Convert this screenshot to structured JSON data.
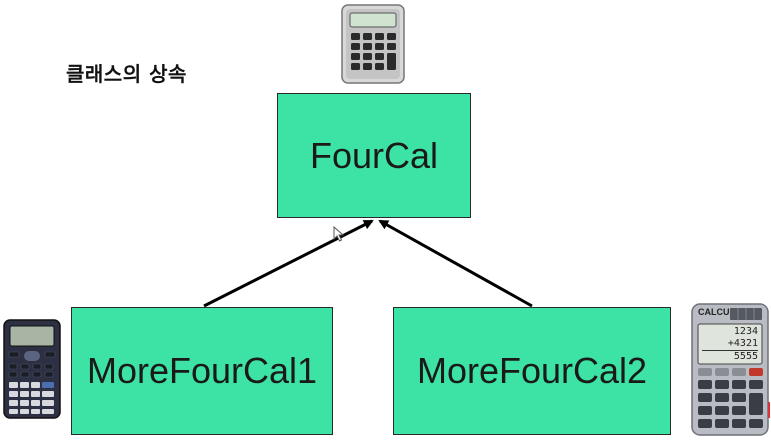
{
  "title": "클래스의 상속",
  "classes": {
    "parent": "FourCal",
    "child1": "MoreFourCal1",
    "child2": "MoreFourCal2"
  },
  "office_calc": {
    "brand": "CALCU",
    "display_lines": [
      "1234",
      "+4321",
      "5555"
    ]
  },
  "colors": {
    "box_fill": "#3ce3a5",
    "arrow": "#000000"
  },
  "icons": [
    "simple-calculator-icon",
    "scientific-calculator-icon",
    "office-calculator-icon",
    "mouse-cursor-icon"
  ]
}
